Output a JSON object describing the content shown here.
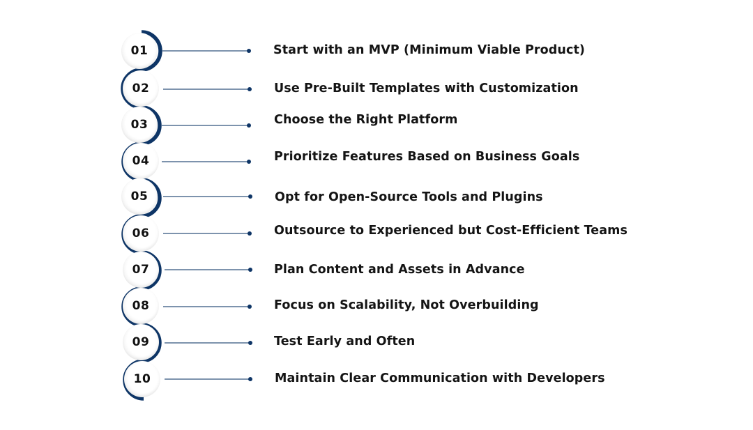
{
  "colors": {
    "arc": "#0e3566",
    "connector_line": "#7d93ad",
    "connector_dot": "#0e3566",
    "text": "#141414",
    "background": "#ffffff"
  },
  "icons": {
    "connector_end": "dot-icon"
  },
  "steps": [
    {
      "number": "01",
      "label": "Start with an MVP (Minimum Viable Product)"
    },
    {
      "number": "02",
      "label": "Use Pre-Built Templates with Customization"
    },
    {
      "number": "03",
      "label": "Choose the Right Platform"
    },
    {
      "number": "04",
      "label": "Prioritize Features Based on Business Goals"
    },
    {
      "number": "05",
      "label": "Opt for Open-Source Tools and Plugins"
    },
    {
      "number": "06",
      "label": "Outsource to Experienced but Cost-Efficient Teams"
    },
    {
      "number": "07",
      "label": "Plan Content and Assets in Advance"
    },
    {
      "number": "08",
      "label": "Focus on Scalability, Not Overbuilding"
    },
    {
      "number": "09",
      "label": "Test Early and Often"
    },
    {
      "number": "10",
      "label": "Maintain Clear Communication with Developers"
    }
  ]
}
